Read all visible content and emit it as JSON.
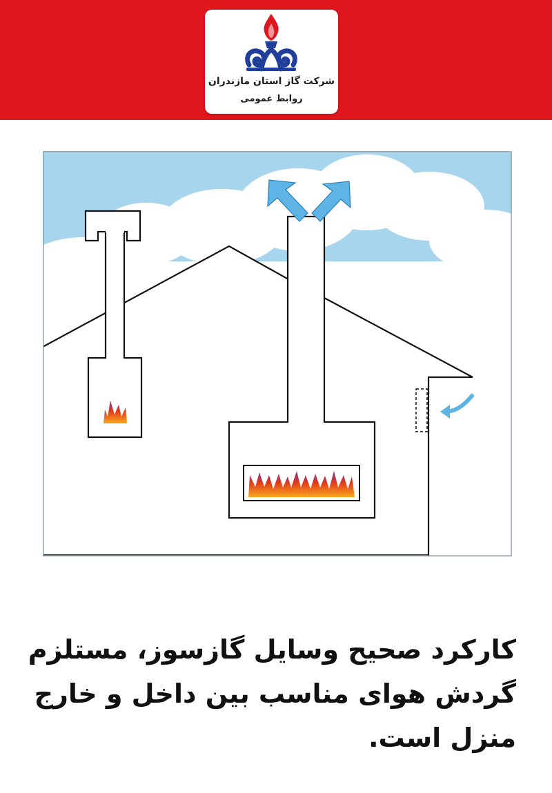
{
  "header": {
    "brand_color": "#e0161d",
    "logo": {
      "name": "شرکت گاز استان مازندران",
      "department": "روابط عمومی",
      "flame_color": "#e0161d",
      "emblem_color": "#1f3f9a"
    }
  },
  "illustration": {
    "sky_color": "#a7d5ee",
    "arrow_color": "#5fb4e6",
    "flame_colors": [
      "#e23a18",
      "#f7a81f",
      "#7a2fa0"
    ]
  },
  "caption": {
    "lines": [
      "کارکرد صحیح وسایل گازسوز، مستلزم",
      "گردش هوای مناسب بین داخل و خارج",
      "منزل است."
    ]
  }
}
